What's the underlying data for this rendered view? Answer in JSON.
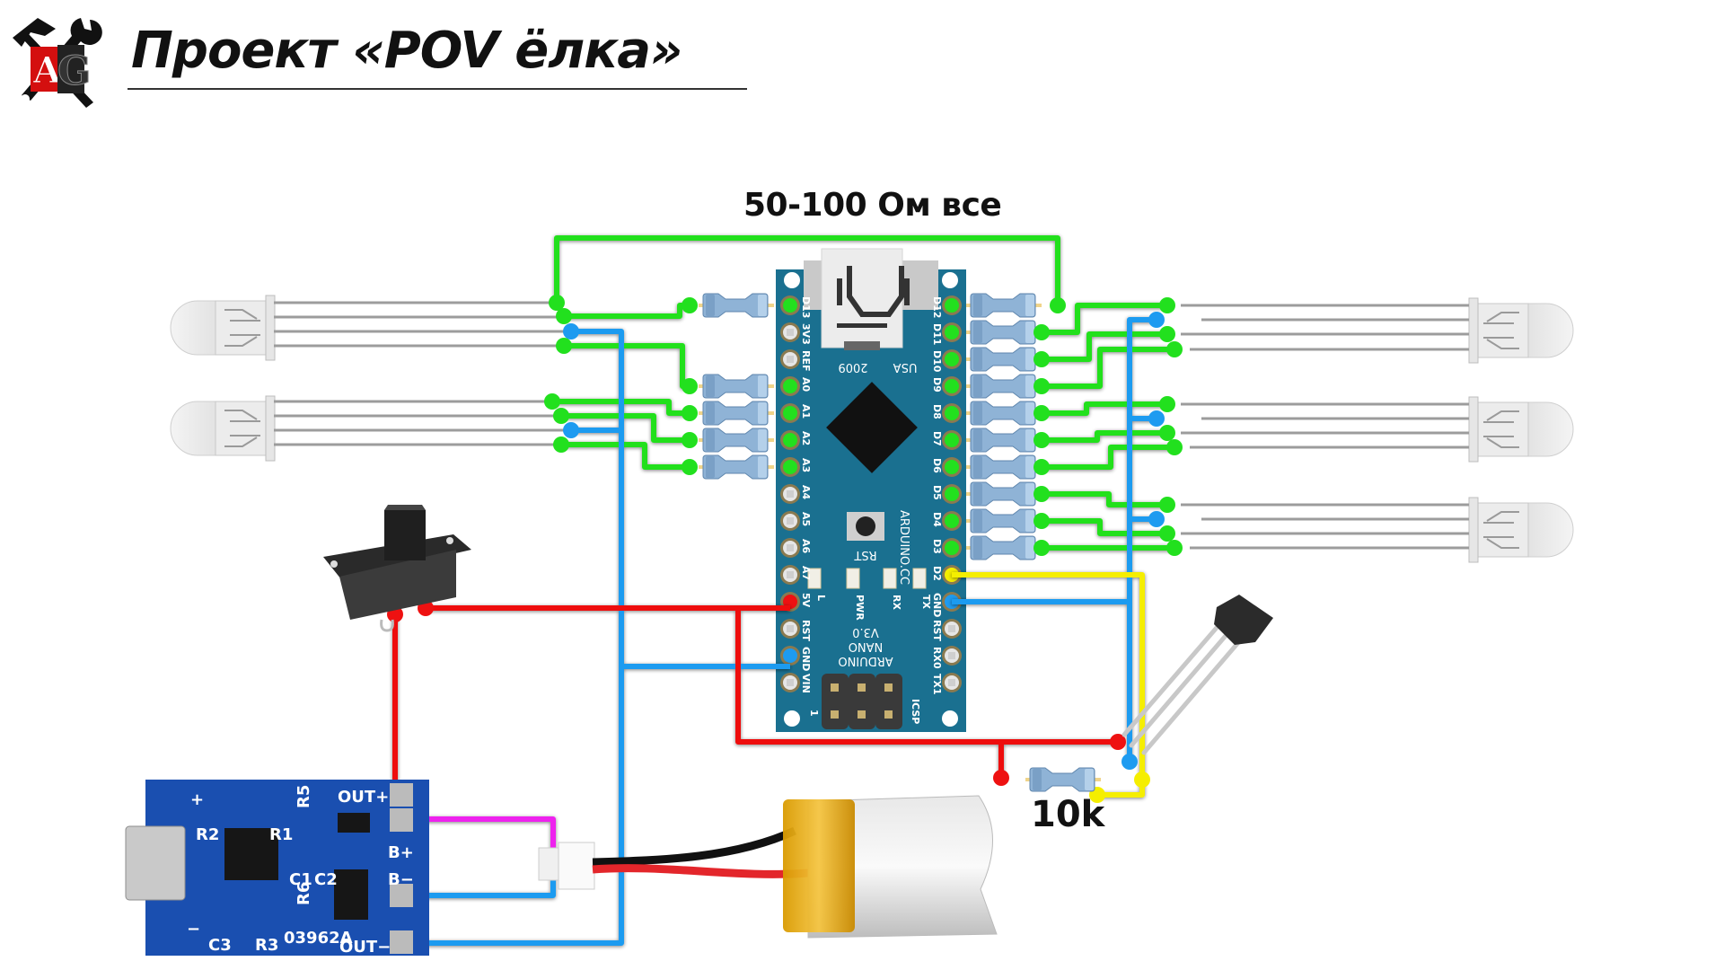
{
  "header": {
    "title": "Проект «POV ёлка»",
    "logo_text": "AG"
  },
  "annotations": {
    "resistors_note": "50-100 Ом все",
    "pullup_resistor": "10k"
  },
  "colors": {
    "wire_signal": "#22e01e",
    "wire_ground": "#1e9bf0",
    "wire_power": "#ee1111",
    "wire_sensor": "#f5ee00",
    "wire_battery_plus": "#ee22ee",
    "arduino_board": "#1a7090",
    "charger_board": "#1a4fb0"
  },
  "arduino": {
    "model_lines": [
      "ARDUINO",
      "NANO",
      "V3.0"
    ],
    "site": "ARDUINO.CC",
    "usb_labels": [
      "2009",
      "USA"
    ],
    "reset_label": "RST",
    "icsp_label": "ICSP",
    "icsp_pin1": "1",
    "leds": [
      "L",
      "PWR",
      "RX",
      "TX"
    ],
    "left_pins": [
      "D13",
      "3V3",
      "REF",
      "A0",
      "A1",
      "A2",
      "A3",
      "A4",
      "A5",
      "A6",
      "A7",
      "5V",
      "RST",
      "GND",
      "VIN"
    ],
    "right_pins": [
      "D12",
      "D11",
      "D10",
      "D9",
      "D8",
      "D7",
      "D6",
      "D5",
      "D4",
      "D3",
      "D2",
      "GND",
      "RST",
      "RX0",
      "TX1"
    ]
  },
  "charger": {
    "pad_labels": [
      "OUT+",
      "B+",
      "B−",
      "OUT−"
    ],
    "component_labels": [
      "R5",
      "R2",
      "R1",
      "C1",
      "C2",
      "R6",
      "C3",
      "R3"
    ],
    "marking": "03962A",
    "plus_sign": "+",
    "minus_sign": "−"
  },
  "components": [
    {
      "name": "RGB LED 1 (left top)"
    },
    {
      "name": "RGB LED 2 (left bottom)"
    },
    {
      "name": "RGB LED 3 (right top)"
    },
    {
      "name": "RGB LED 4 (right middle)"
    },
    {
      "name": "RGB LED 5 (right bottom)"
    },
    {
      "name": "Slide switch"
    },
    {
      "name": "Hall sensor"
    },
    {
      "name": "LiPo battery"
    },
    {
      "name": "TP4056 charger module"
    }
  ]
}
